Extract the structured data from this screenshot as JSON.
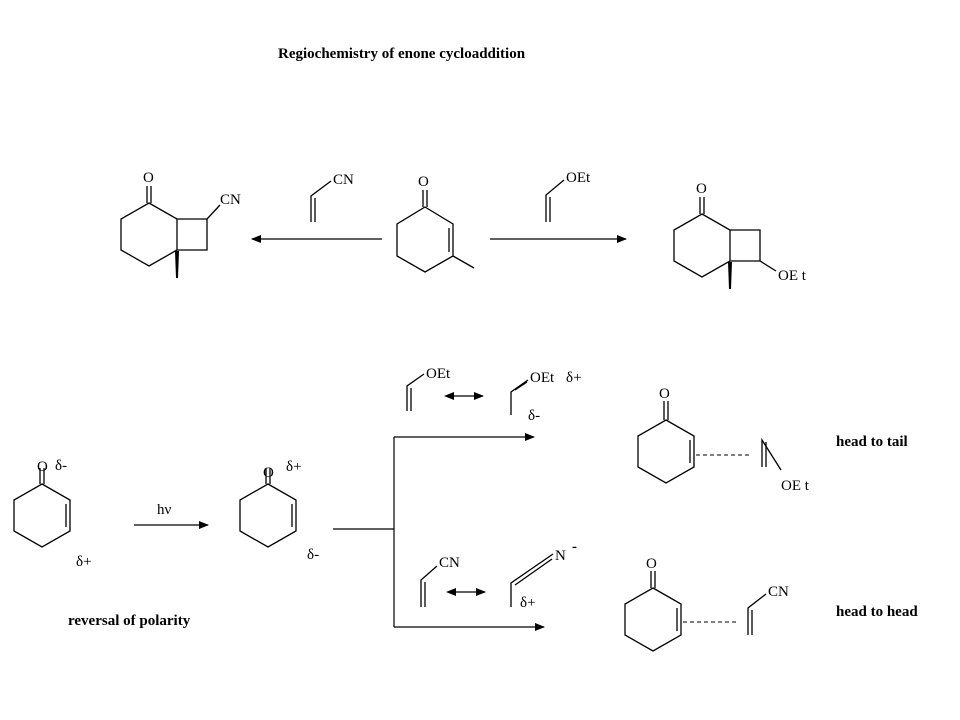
{
  "title": "Regiochemistry of enone cycloaddition",
  "reagents": {
    "acrylonitrile": "CN",
    "ethyl_vinyl_ether": "OEt"
  },
  "atoms": {
    "oxygen": "O",
    "cn": "CN",
    "oet": "OEt",
    "oet_spaced": "OE t",
    "nitrogen": "N",
    "minus": "-"
  },
  "charges": {
    "delta_minus": "δ-",
    "delta_plus": "δ+"
  },
  "labels": {
    "hv": "hν",
    "reversal": "reversal of polarity",
    "head_to_tail": "head to tail",
    "head_to_head": "head to head"
  },
  "colors": {
    "ink": "#000000",
    "background": "#ffffff"
  }
}
